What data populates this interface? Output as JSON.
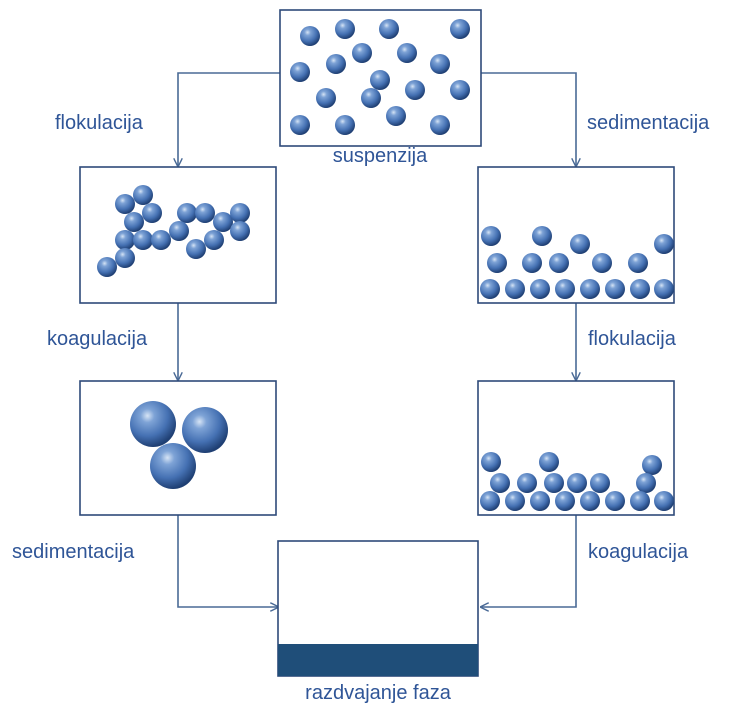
{
  "labels": {
    "suspension": "suspenzija",
    "left_top": "flokulacija",
    "right_top": "sedimentacija",
    "left_mid": "koagulacija",
    "right_mid": "flokulacija",
    "left_bottom": "sedimentacija",
    "right_bottom": "koagulacija",
    "result": "razdvajanje faza"
  },
  "colors": {
    "line": "#4a6a96",
    "box_border": "#2e4a7a",
    "particle": "#4f81bd",
    "sediment_layer": "#1f4e79",
    "label_text": "#2f5597"
  }
}
